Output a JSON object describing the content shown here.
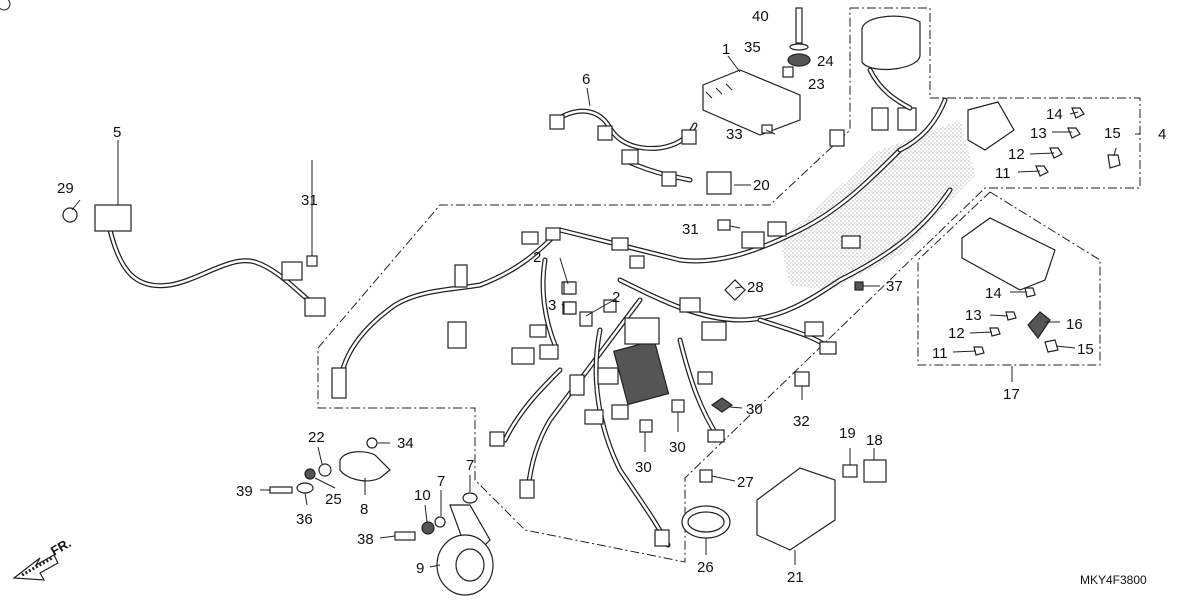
{
  "diagram": {
    "code": "MKY4F3800",
    "direction_label": "FR.",
    "callouts": [
      {
        "id": "c40",
        "label": "40"
      },
      {
        "id": "c35",
        "label": "35"
      },
      {
        "id": "c24",
        "label": "24"
      },
      {
        "id": "c1",
        "label": "1"
      },
      {
        "id": "c23",
        "label": "23"
      },
      {
        "id": "c6",
        "label": "6"
      },
      {
        "id": "c33",
        "label": "33"
      },
      {
        "id": "c20",
        "label": "20"
      },
      {
        "id": "c5",
        "label": "5"
      },
      {
        "id": "c29",
        "label": "29"
      },
      {
        "id": "c31a",
        "label": "31"
      },
      {
        "id": "c31b",
        "label": "31"
      },
      {
        "id": "c14a",
        "label": "14"
      },
      {
        "id": "c13a",
        "label": "13"
      },
      {
        "id": "c15a",
        "label": "15"
      },
      {
        "id": "c12a",
        "label": "12"
      },
      {
        "id": "c11a",
        "label": "11"
      },
      {
        "id": "c4",
        "label": "4"
      },
      {
        "id": "c2a",
        "label": "2"
      },
      {
        "id": "c2b",
        "label": "2"
      },
      {
        "id": "c3",
        "label": "3"
      },
      {
        "id": "c28",
        "label": "28"
      },
      {
        "id": "c37",
        "label": "37"
      },
      {
        "id": "c14b",
        "label": "14"
      },
      {
        "id": "c13b",
        "label": "13"
      },
      {
        "id": "c16",
        "label": "16"
      },
      {
        "id": "c12b",
        "label": "12"
      },
      {
        "id": "c11b",
        "label": "11"
      },
      {
        "id": "c15b",
        "label": "15"
      },
      {
        "id": "c17",
        "label": "17"
      },
      {
        "id": "c30a",
        "label": "30"
      },
      {
        "id": "c30b",
        "label": "30"
      },
      {
        "id": "c30c",
        "label": "30"
      },
      {
        "id": "c32",
        "label": "32"
      },
      {
        "id": "c22",
        "label": "22"
      },
      {
        "id": "c34",
        "label": "34"
      },
      {
        "id": "c39",
        "label": "39"
      },
      {
        "id": "c36",
        "label": "36"
      },
      {
        "id": "c25",
        "label": "25"
      },
      {
        "id": "c8",
        "label": "8"
      },
      {
        "id": "c7a",
        "label": "7"
      },
      {
        "id": "c7b",
        "label": "7"
      },
      {
        "id": "c10",
        "label": "10"
      },
      {
        "id": "c38",
        "label": "38"
      },
      {
        "id": "c9",
        "label": "9"
      },
      {
        "id": "c19",
        "label": "19"
      },
      {
        "id": "c18",
        "label": "18"
      },
      {
        "id": "c27",
        "label": "27"
      },
      {
        "id": "c26",
        "label": "26"
      },
      {
        "id": "c21",
        "label": "21"
      }
    ]
  }
}
